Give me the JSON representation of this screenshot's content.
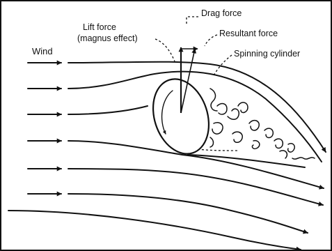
{
  "labels": {
    "wind": "Wind",
    "lift_line1": "Lift force",
    "lift_line2": "(magnus effect)",
    "drag": "Drag force",
    "resultant": "Resultant force",
    "cylinder": "Spinning cylinder"
  },
  "colors": {
    "ink": "#111111",
    "background": "#ffffff"
  }
}
